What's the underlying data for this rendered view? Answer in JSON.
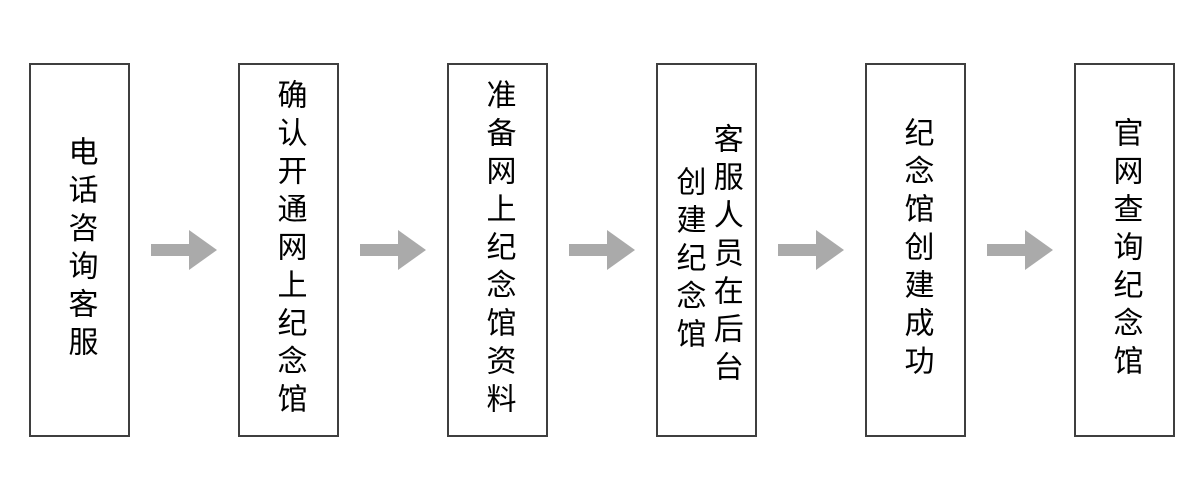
{
  "diagram": {
    "type": "flowchart",
    "orientation": "left-to-right",
    "text_direction": "vertical-rl",
    "background_color": "#FFFFFF",
    "box_border_color": "#3F3F3F",
    "box_fill_color": "#FFFFFF",
    "text_color": "#000000",
    "arrow_color": "#AAAAAA",
    "arrow_icon_name": "right-arrow-icon",
    "steps": [
      {
        "index": 1,
        "columns": [
          "电话咨询客服"
        ],
        "full_text": "电话咨询客服"
      },
      {
        "index": 2,
        "columns": [
          "确认开通网上纪念馆"
        ],
        "full_text": "确认开通网上纪念馆"
      },
      {
        "index": 3,
        "columns": [
          "准备网上纪念馆资料"
        ],
        "full_text": "准备网上纪念馆资料"
      },
      {
        "index": 4,
        "columns": [
          "客服人员在后台",
          "创建纪念馆"
        ],
        "full_text": "客服人员在后台创建纪念馆"
      },
      {
        "index": 5,
        "columns": [
          "纪念馆创建成功"
        ],
        "full_text": "纪念馆创建成功"
      },
      {
        "index": 6,
        "columns": [
          "官网查询纪念馆"
        ],
        "full_text": "官网查询纪念馆"
      }
    ],
    "connectors": [
      {
        "from": 1,
        "to": 2
      },
      {
        "from": 2,
        "to": 3
      },
      {
        "from": 3,
        "to": 4
      },
      {
        "from": 4,
        "to": 5
      },
      {
        "from": 5,
        "to": 6
      }
    ]
  }
}
